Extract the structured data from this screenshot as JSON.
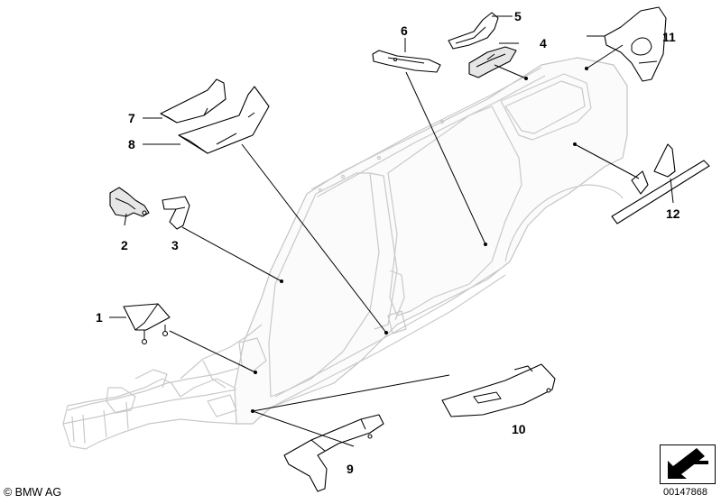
{
  "callouts": [
    {
      "id": "1",
      "label": "1"
    },
    {
      "id": "2",
      "label": "2"
    },
    {
      "id": "3",
      "label": "3"
    },
    {
      "id": "4",
      "label": "4"
    },
    {
      "id": "5",
      "label": "5"
    },
    {
      "id": "6",
      "label": "6"
    },
    {
      "id": "7",
      "label": "7"
    },
    {
      "id": "8",
      "label": "8"
    },
    {
      "id": "9",
      "label": "9"
    },
    {
      "id": "10",
      "label": "10"
    },
    {
      "id": "11",
      "label": "11"
    },
    {
      "id": "12",
      "label": "12"
    }
  ],
  "footer": {
    "copyright": "© BMW AG",
    "document_number": "00147868"
  },
  "icons": {
    "orientation": "orientation-arrow-icon",
    "logo": "copyright-icon"
  },
  "colors": {
    "body_outline": "#c9c9c9",
    "part_outline": "#000000",
    "background": "#ffffff"
  }
}
